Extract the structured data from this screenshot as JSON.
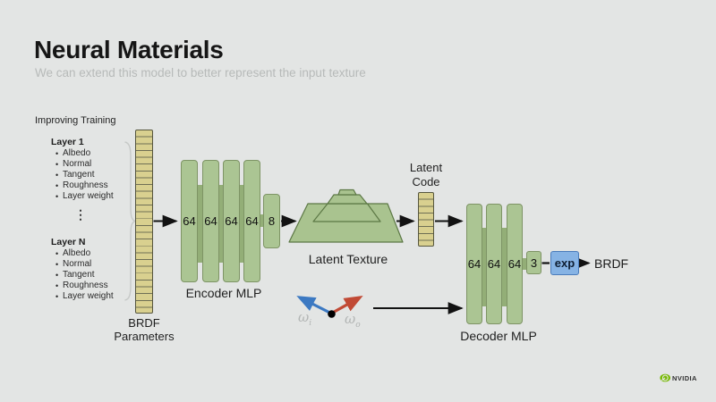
{
  "slide": {
    "title": "Neural Materials",
    "subtitle": "We can extend this model to better represent the input texture",
    "section_label": "Improving Training"
  },
  "brdf_input": {
    "layer1": {
      "header": "Layer 1",
      "items": [
        "Albedo",
        "Normal",
        "Tangent",
        "Roughness",
        "Layer weight"
      ]
    },
    "ellipsis": "⋮",
    "layerN": {
      "header": "Layer N",
      "items": [
        "Albedo",
        "Normal",
        "Tangent",
        "Roughness",
        "Layer weight"
      ]
    },
    "column_label_line1": "BRDF",
    "column_label_line2": "Parameters"
  },
  "encoder": {
    "label": "Encoder MLP",
    "hidden_units": [
      "64",
      "64",
      "64",
      "64"
    ],
    "output_units": "8"
  },
  "latent_texture": {
    "label": "Latent Texture"
  },
  "latent_code": {
    "label_line1": "Latent",
    "label_line2": "Code"
  },
  "decoder": {
    "label": "Decoder MLP",
    "hidden_units": [
      "64",
      "64",
      "64"
    ],
    "output_units": "3",
    "activation": "exp",
    "output_label": "BRDF"
  },
  "directions": {
    "omega_i_base": "ω",
    "omega_i_sub": "i",
    "omega_o_base": "ω",
    "omega_o_sub": "o"
  },
  "footer": {
    "brand": "NVIDIA"
  },
  "colors": {
    "background": "#e3e5e4",
    "bar_green": "#abc593",
    "connector_green": "#93ae77",
    "param_tan": "#d9d08f",
    "exp_blue": "#86b3e4",
    "arrow_blue": "#3c79c2",
    "arrow_red": "#c14a35",
    "nvidia_green": "#76b900",
    "subtitle_gray": "#b7bab9"
  }
}
